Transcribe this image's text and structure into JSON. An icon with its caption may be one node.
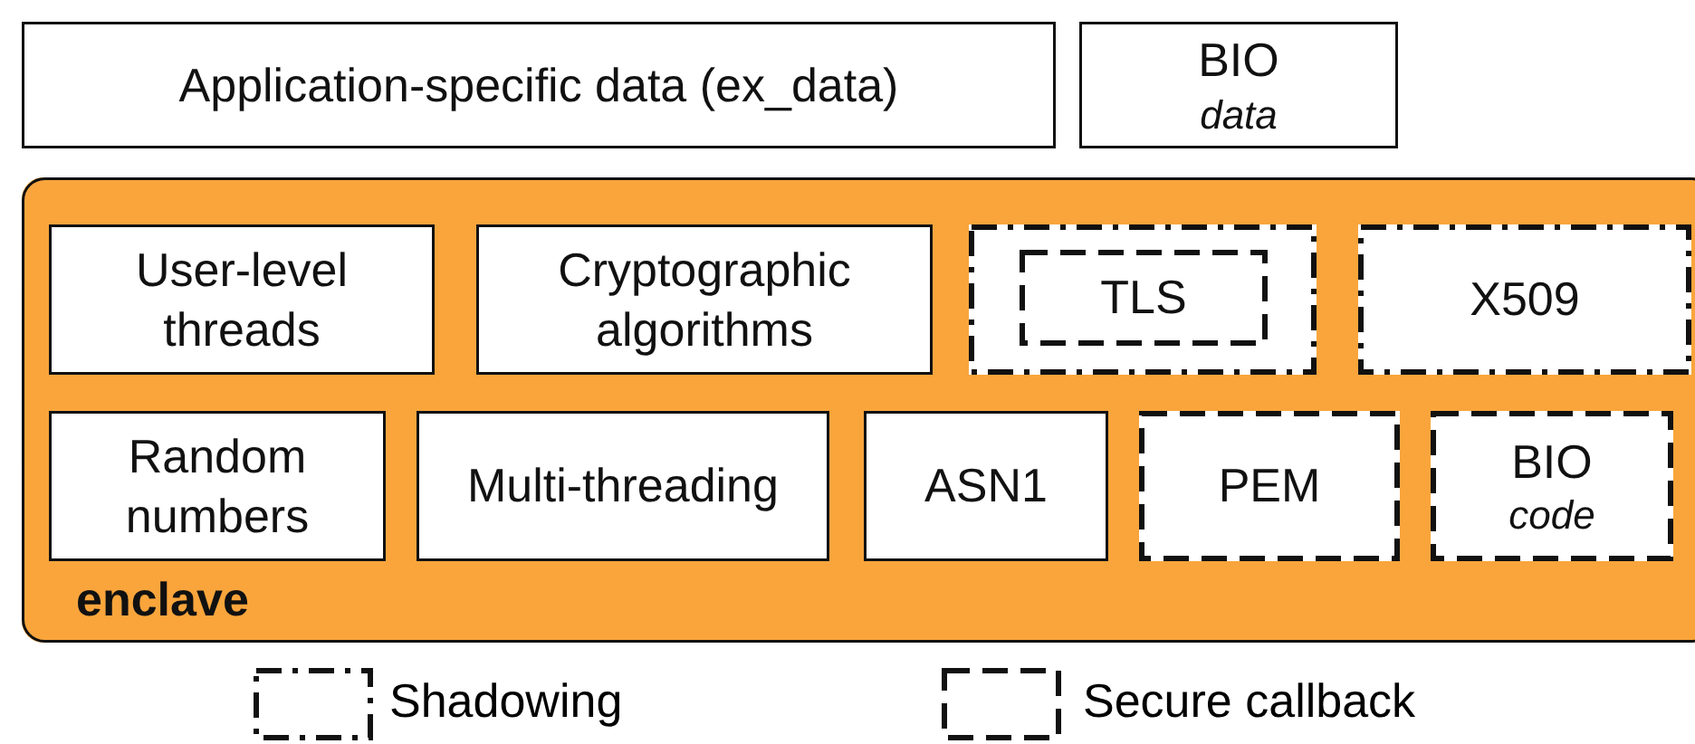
{
  "diagram": {
    "nodes": [
      {
        "text": [
          "Application-specific data (ex_data)"
        ]
      },
      {
        "text": [
          "BIO",
          "data"
        ]
      },
      {
        "text": [
          "enclave"
        ]
      },
      {
        "text": [
          "User-level threads"
        ],
        "in": 2
      },
      {
        "text": [
          "Cryptographic algorithms"
        ],
        "in": 2
      },
      {
        "text": [],
        "shape": "box",
        "in": 2
      },
      {
        "text": [
          "TLS"
        ],
        "in": 5
      },
      {
        "text": [
          "X509"
        ],
        "in": 2
      },
      {
        "text": [
          "Random numbers"
        ],
        "in": 2
      },
      {
        "text": [
          "Multi-threading"
        ],
        "in": 2
      },
      {
        "text": [
          "ASN1"
        ],
        "in": 2
      },
      {
        "text": [
          "PEM"
        ],
        "in": 2
      },
      {
        "text": [
          "BIO",
          "code"
        ],
        "in": 2
      }
    ],
    "legend": [
      {
        "text": "Shadowing"
      },
      {
        "text": "Secure callback"
      }
    ]
  }
}
